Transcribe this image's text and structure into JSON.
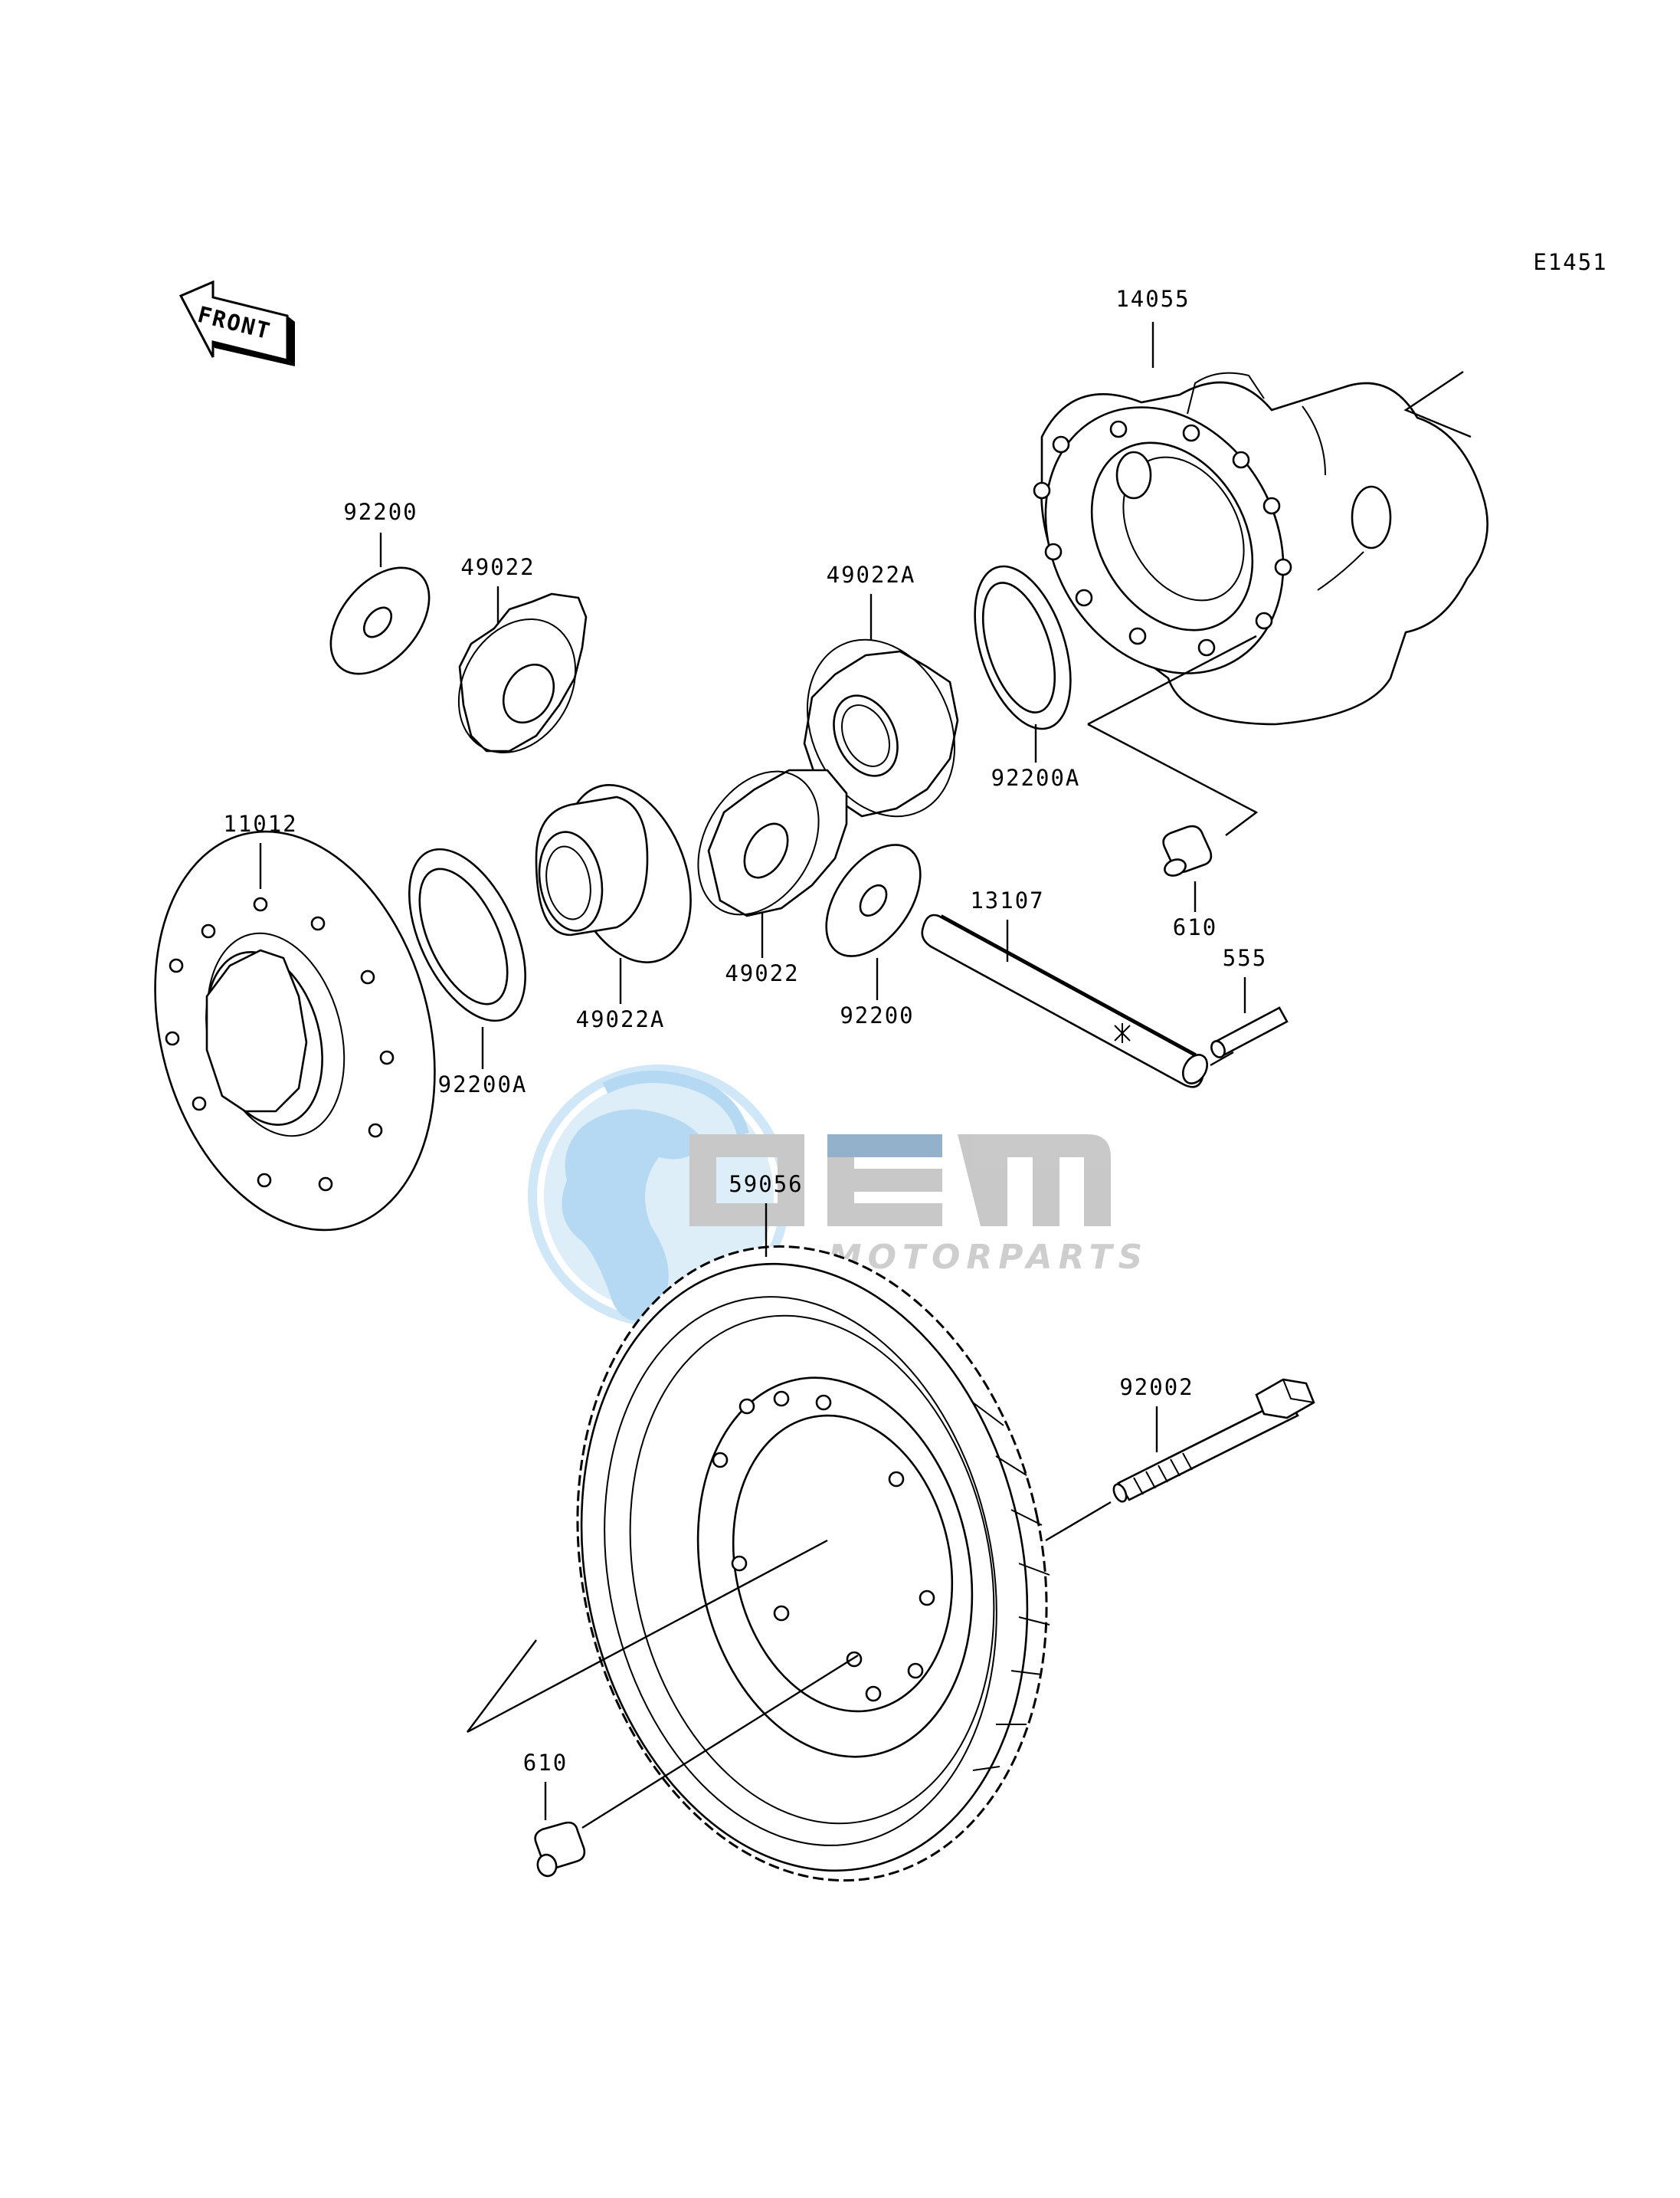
{
  "diagram_code": "E1451",
  "front_arrow_text": "FRONT",
  "watermark": {
    "brand": "OEM",
    "tagline": "MOTORPARTS",
    "colors": {
      "globe": "#b9dcf3",
      "ring": "#c7e3f6",
      "letters": "#bdbdbd",
      "accent": "#0e74c9"
    }
  },
  "parts": [
    {
      "number": "14055",
      "name": "differential-case"
    },
    {
      "number": "92200",
      "name": "washer-left"
    },
    {
      "number": "49022",
      "name": "pinion-gear-left"
    },
    {
      "number": "49022A",
      "name": "side-gear-upper"
    },
    {
      "number": "92200A",
      "name": "washer-upper"
    },
    {
      "number": "11012",
      "name": "cover-flange"
    },
    {
      "number": "92200A",
      "name": "washer-lower"
    },
    {
      "number": "49022A",
      "name": "side-gear-lower"
    },
    {
      "number": "49022",
      "name": "pinion-gear-right"
    },
    {
      "number": "92200",
      "name": "washer-right"
    },
    {
      "number": "13107",
      "name": "pinion-shaft"
    },
    {
      "number": "610",
      "name": "dowel-pin-upper"
    },
    {
      "number": "555",
      "name": "spring-pin"
    },
    {
      "number": "59056",
      "name": "ring-gear"
    },
    {
      "number": "92002",
      "name": "bolt"
    },
    {
      "number": "610",
      "name": "dowel-pin-lower"
    }
  ]
}
